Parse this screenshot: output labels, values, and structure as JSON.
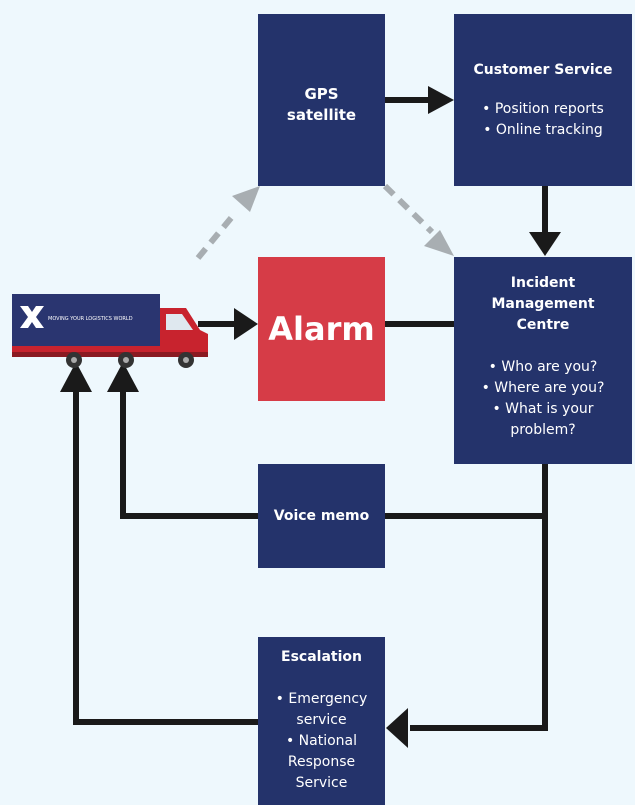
{
  "boxes": {
    "gps": {
      "title_line1": "GPS",
      "title_line2": "satellite"
    },
    "customer_service": {
      "title": "Customer Service",
      "items": [
        "• Position reports",
        "• Online tracking"
      ]
    },
    "alarm": {
      "label": "Alarm"
    },
    "incident": {
      "title_lines": [
        "Incident",
        "Management",
        "Centre"
      ],
      "items": [
        "• Who are you?",
        "• Where are you?",
        "• What is your",
        "problem?"
      ]
    },
    "voice_memo": {
      "title": "Voice memo"
    },
    "escalation": {
      "title": "Escalation",
      "items": [
        "• Emergency",
        "service",
        "• National",
        "Response",
        "Service"
      ]
    }
  },
  "truck": {
    "logo_text": "MOVING YOUR LOGISTICS WORLD"
  },
  "colors": {
    "background": "#eef8fd",
    "box": "#24336b",
    "alarm": "#d63c47",
    "arrow": "#1a1a1a",
    "dashed_arrow": "#a8aeb2",
    "truck_body": "#2a3570",
    "truck_cab": "#c8232e"
  }
}
